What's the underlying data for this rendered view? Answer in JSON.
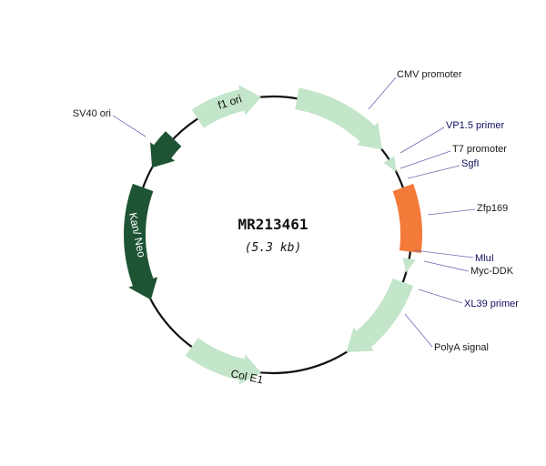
{
  "plasmid": {
    "name": "MR213461",
    "size": "(5.3 kb)"
  },
  "colors": {
    "light_feature": "#c3e5c9",
    "dark_feature": "#1e5434",
    "orf": "#f47a3a",
    "backbone": "#111111"
  },
  "features": [
    {
      "id": "cmv",
      "label": "CMV promoter",
      "icon": "arrow-clockwise",
      "tone": "light"
    },
    {
      "id": "tag",
      "label": "",
      "icon": "arrowhead-clockwise",
      "tone": "light"
    },
    {
      "id": "orf",
      "label": "",
      "icon": "box",
      "tone": "orf"
    },
    {
      "id": "myc",
      "label": "",
      "icon": "arrowhead-clockwise",
      "tone": "light"
    },
    {
      "id": "polya",
      "label": "",
      "icon": "arrow-clockwise",
      "tone": "light"
    },
    {
      "id": "cole1",
      "label": "Col E1",
      "icon": "arrow-counterclockwise",
      "tone": "light"
    },
    {
      "id": "kanneo",
      "label": "Kan/ Neo",
      "icon": "arrow-counterclockwise",
      "tone": "dark"
    },
    {
      "id": "sv40",
      "label": "",
      "icon": "arrow-counterclockwise",
      "tone": "dark"
    },
    {
      "id": "f1ori",
      "label": "f1 ori",
      "icon": "arrow-clockwise",
      "tone": "light"
    }
  ],
  "callouts": [
    {
      "id": "cmv-promoter",
      "label": "CMV promoter",
      "kind": "feature"
    },
    {
      "id": "vp15-primer",
      "label": "VP1.5 primer",
      "kind": "site"
    },
    {
      "id": "t7-promoter",
      "label": "T7 promoter",
      "kind": "feature"
    },
    {
      "id": "sgfi",
      "label": "SgfI",
      "kind": "site"
    },
    {
      "id": "zfp169",
      "label": "Zfp169",
      "kind": "feature"
    },
    {
      "id": "mlui",
      "label": "MluI",
      "kind": "site"
    },
    {
      "id": "myc-ddk",
      "label": "Myc-DDK",
      "kind": "feature"
    },
    {
      "id": "xl39-primer",
      "label": "XL39 primer",
      "kind": "site"
    },
    {
      "id": "polya-signal",
      "label": "PolyA signal",
      "kind": "feature"
    },
    {
      "id": "sv40-ori",
      "label": "SV40 ori",
      "kind": "feature"
    }
  ]
}
